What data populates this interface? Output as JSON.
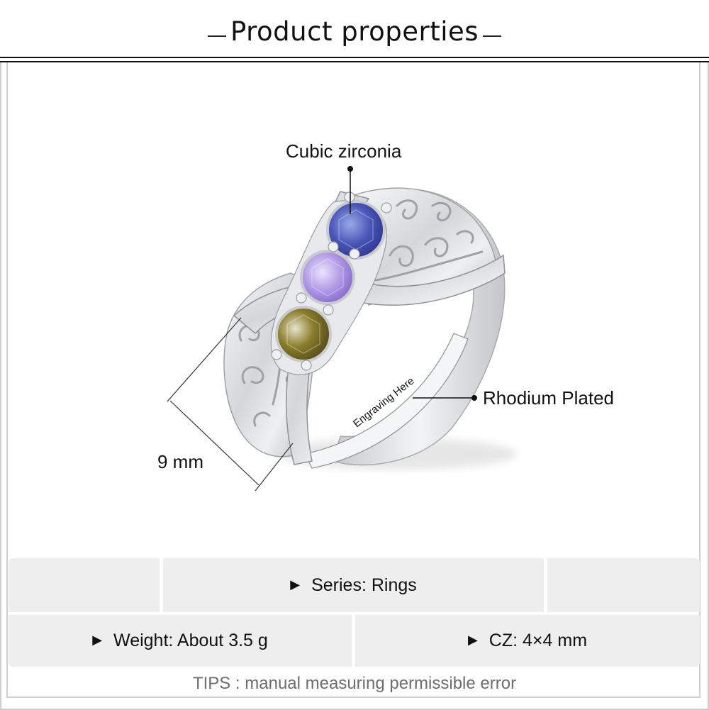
{
  "header": {
    "title": "Product properties"
  },
  "product_image": {
    "description": "Silver filigree infinity ring with three round birthstones",
    "stones": [
      {
        "position": "top",
        "color": "#3c4aa8",
        "name": "blue"
      },
      {
        "position": "middle",
        "color": "#a98fe0",
        "name": "lavender"
      },
      {
        "position": "bottom",
        "color": "#6b5e1e",
        "name": "olive"
      }
    ],
    "engraving_text": "Engraving Here",
    "metal_color": "#d9dbde"
  },
  "annotations": {
    "stone_label": "Cubic zirconia",
    "plating_label": "Rhodium Plated",
    "width_label": "9 mm"
  },
  "specs": {
    "bullet": "▶",
    "rows": [
      {
        "cells": [
          "",
          "Series: Rings",
          ""
        ]
      },
      {
        "cells": [
          "Weight: About 3.5 g",
          "CZ: 4×4 mm"
        ]
      }
    ],
    "series": "Series: Rings",
    "weight": "Weight: About 3.5 g",
    "cz_size": "CZ: 4×4 mm"
  },
  "footer": {
    "tips": "TIPS : manual measuring permissible error"
  },
  "colors": {
    "cell_bg": "#eeeeee",
    "frame_border": "#cfcfcf",
    "tips_text": "#6d6d6d"
  }
}
